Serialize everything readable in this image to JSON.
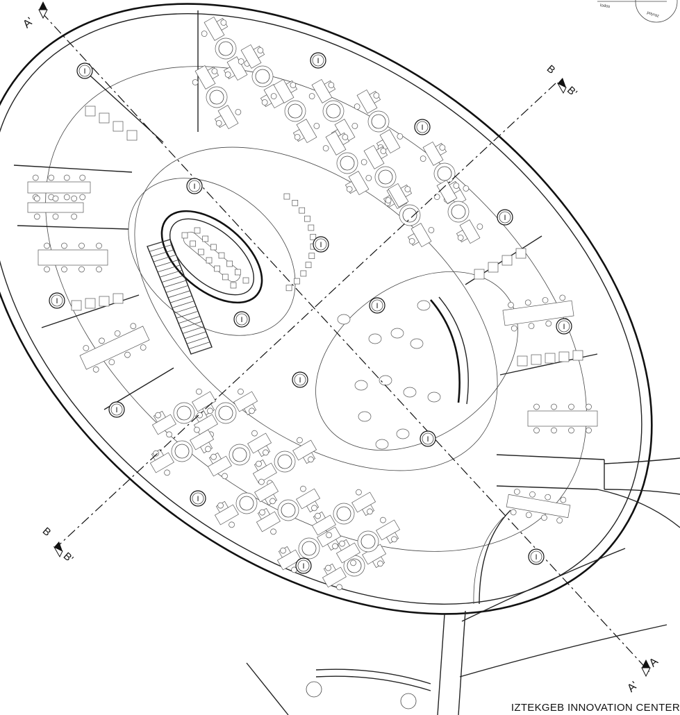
{
  "title": "IZTEKGEB INNOVATION CENTER",
  "compass": {
    "label_1": "lodos",
    "label_2": "poyraz"
  },
  "sections": [
    {
      "id": "A-top",
      "label": "A'"
    },
    {
      "id": "A-bottom",
      "label": "A"
    },
    {
      "id": "B-upper",
      "label": "B"
    },
    {
      "id": "B-upper-prime",
      "label": "B'"
    },
    {
      "id": "B-lower",
      "label": "B"
    },
    {
      "id": "B-lower-prime",
      "label": "B'"
    }
  ],
  "column_marker_symbol": "I"
}
